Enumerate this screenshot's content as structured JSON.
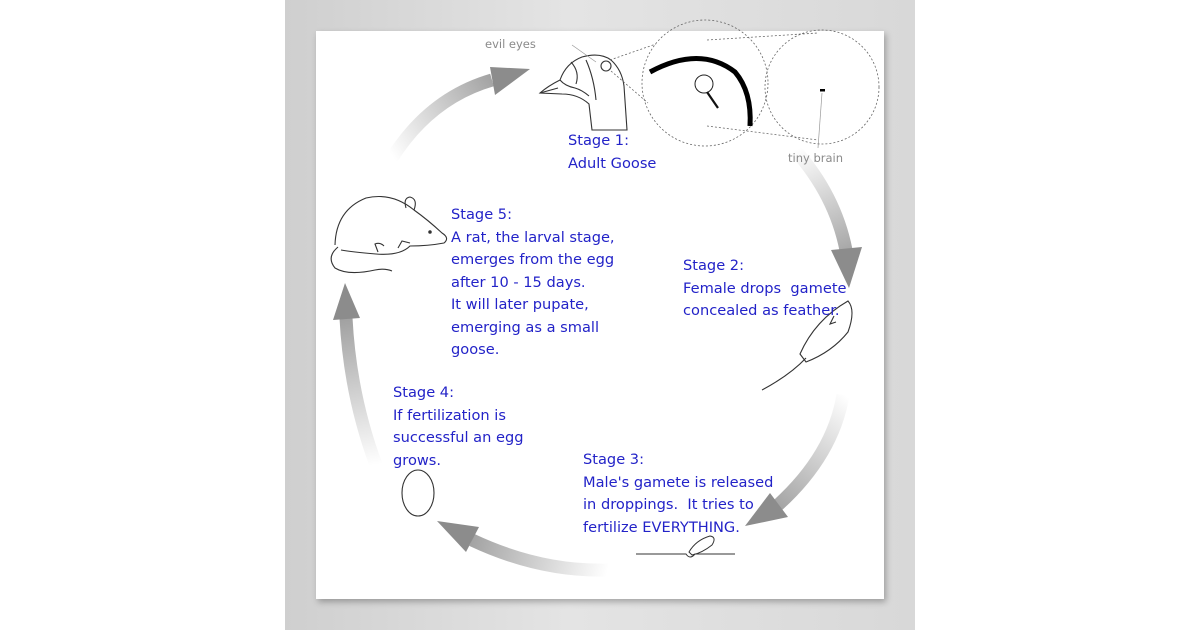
{
  "diagram": {
    "annotations": {
      "evil_eyes": "evil eyes",
      "tiny_brain": "tiny brain"
    },
    "stages": [
      {
        "id": "stage-1",
        "text": "Stage 1:\nAdult Goose"
      },
      {
        "id": "stage-2",
        "text": "Stage 2:\nFemale drops  gamete\nconcealed as feather."
      },
      {
        "id": "stage-3",
        "text": "Stage 3:\nMale's gamete is released\nin droppings.  It tries to\nfertilize EVERYTHING."
      },
      {
        "id": "stage-4",
        "text": "Stage 4:\nIf fertilization is\nsuccessful an egg\ngrows."
      },
      {
        "id": "stage-5",
        "text": "Stage 5:\nA rat, the larval stage,\nemerges from the egg\nafter 10 - 15 days.\nIt will later pupate,\nemerging as a small\ngoose."
      }
    ],
    "colors": {
      "stage_text": "#2323c8",
      "annotation_text": "#8a8a8a",
      "arrow": "#8c8c8c",
      "line_art": "#333333"
    },
    "icons": [
      "goose-head-icon",
      "zoom-circle-eye",
      "zoom-circle-brain",
      "feather-icon",
      "droppings-icon",
      "egg-icon",
      "rat-icon",
      "cycle-arrow"
    ]
  }
}
